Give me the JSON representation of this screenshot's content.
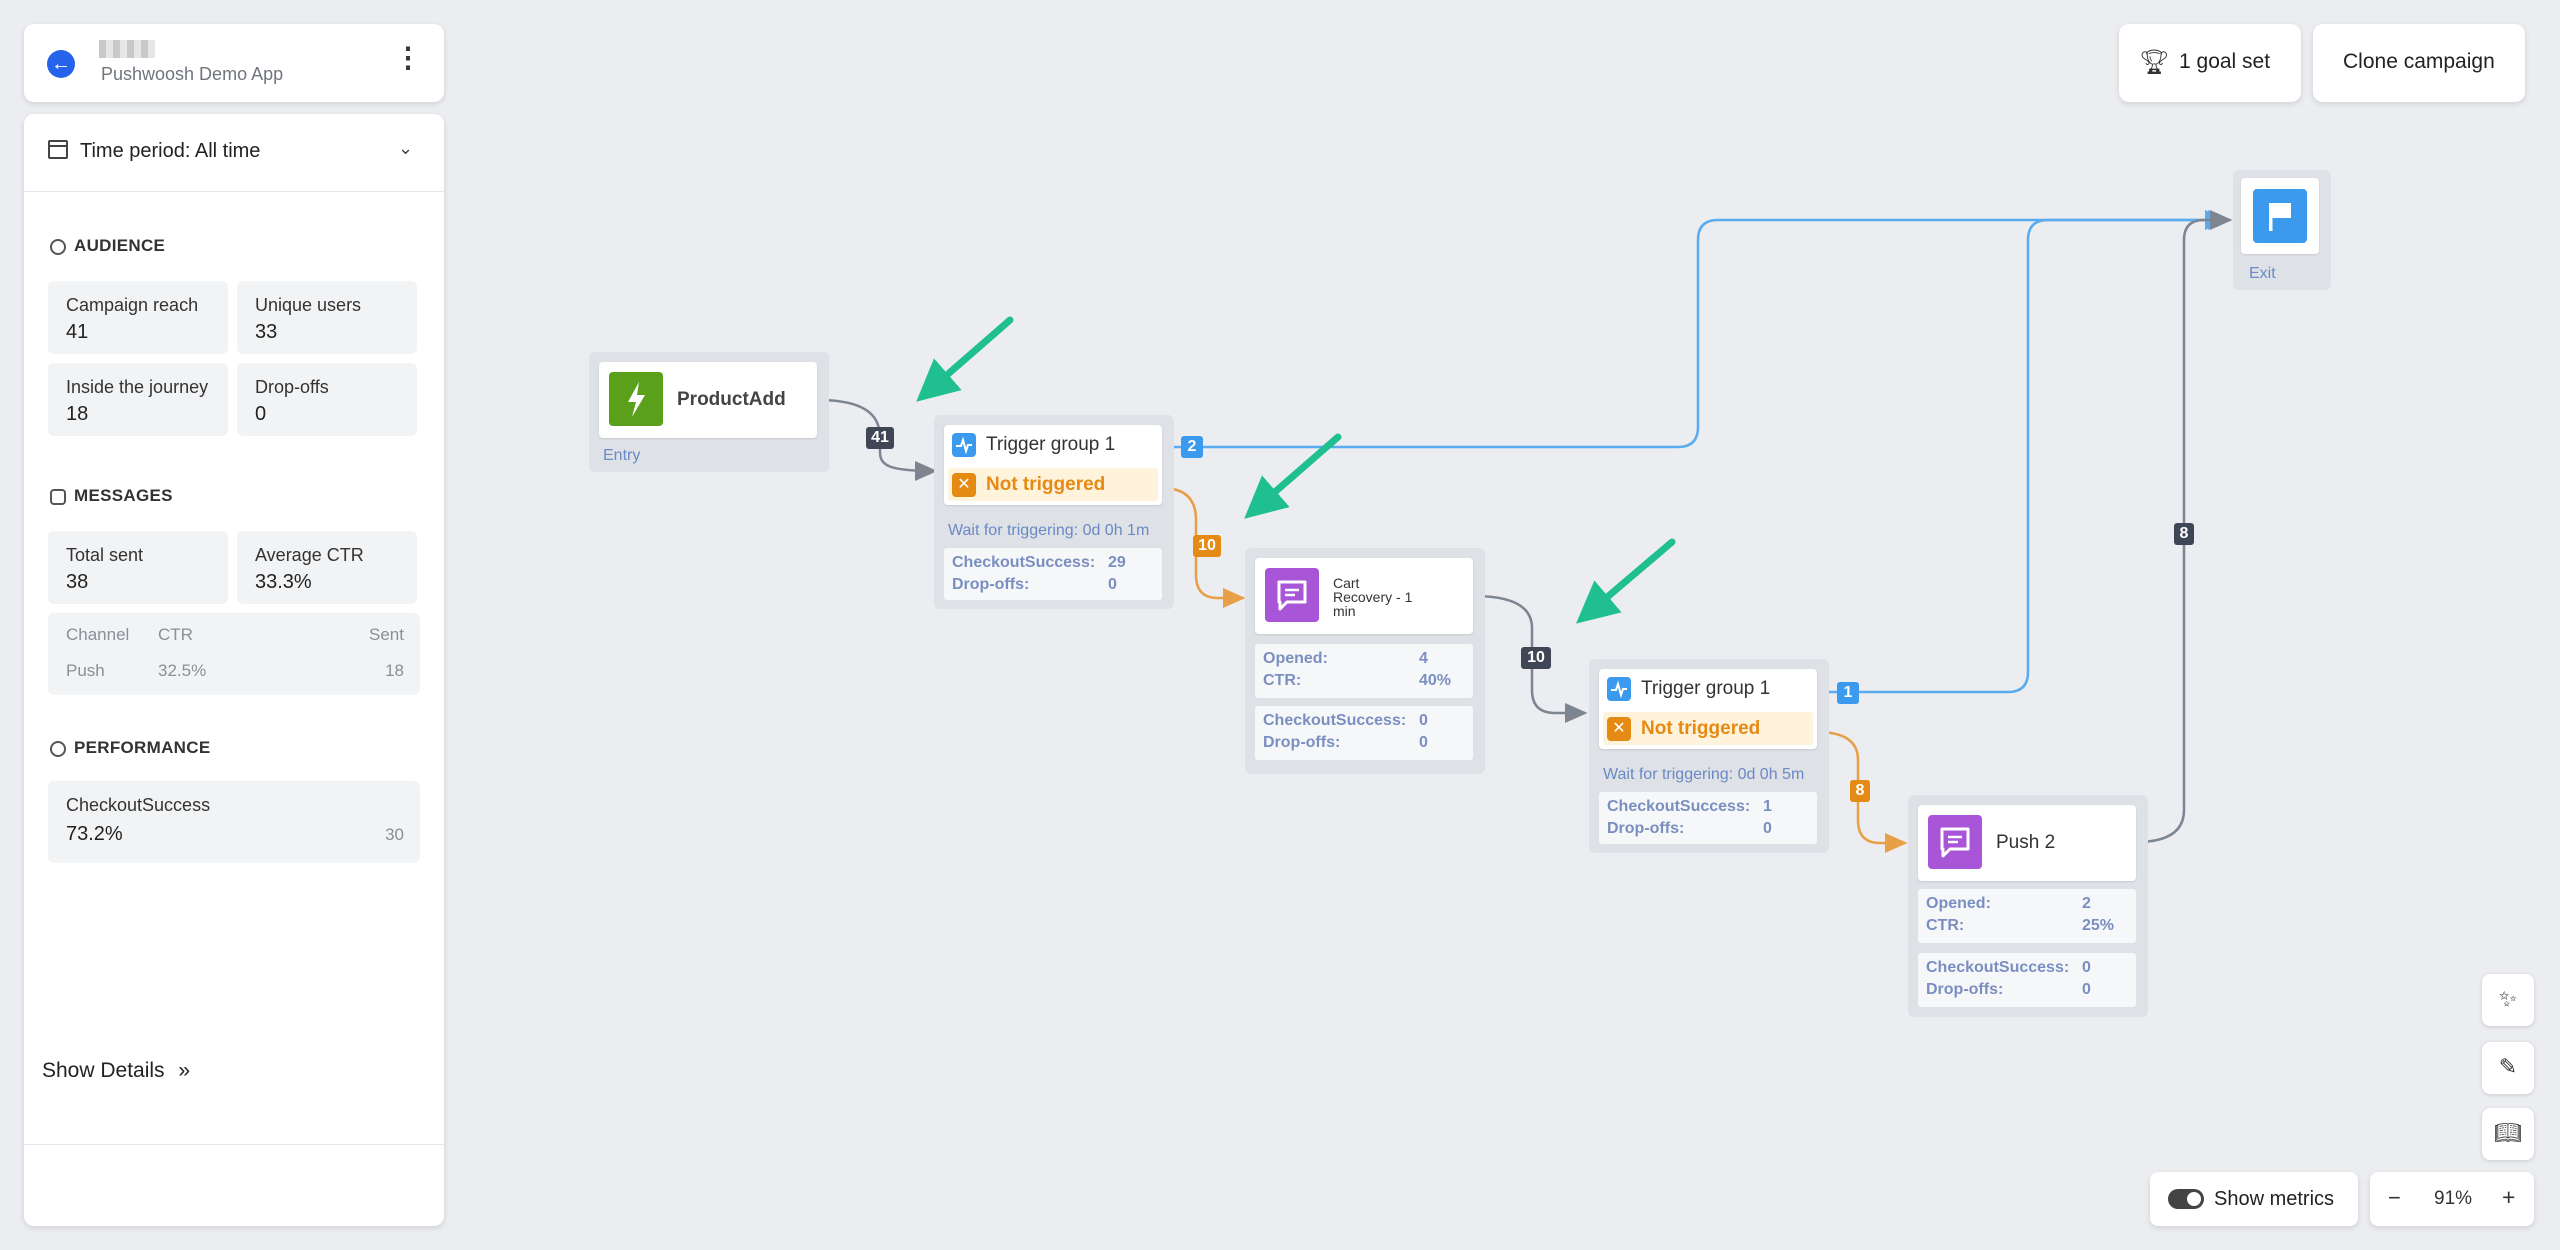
{
  "app": {
    "name": "Pushwoosh Demo App"
  },
  "time_period": {
    "label": "Time period: All time"
  },
  "audience": {
    "heading": "AUDIENCE",
    "campaign_reach_label": "Campaign reach",
    "campaign_reach": "41",
    "unique_users_label": "Unique users",
    "unique_users": "33",
    "inside_label": "Inside the journey",
    "inside": "18",
    "dropoffs_label": "Drop-offs",
    "dropoffs": "0"
  },
  "messages": {
    "heading": "MESSAGES",
    "total_sent_label": "Total sent",
    "total_sent": "38",
    "avg_ctr_label": "Average CTR",
    "avg_ctr": "33.3%",
    "table": {
      "col_channel": "Channel",
      "col_ctr": "CTR",
      "col_sent": "Sent",
      "row_channel": "Push",
      "row_ctr": "32.5%",
      "row_sent": "18"
    }
  },
  "performance": {
    "heading": "PERFORMANCE",
    "goal": "CheckoutSuccess",
    "rate": "73.2%",
    "count": "30"
  },
  "show_details": "Show Details",
  "toolbar": {
    "goal_label": "1 goal set",
    "clone_label": "Clone campaign"
  },
  "nodes": {
    "entry": {
      "title": "ProductAdd",
      "sub": "Entry"
    },
    "trigger1": {
      "title": "Trigger group 1",
      "not_triggered": "Not triggered",
      "wait": "Wait for triggering: 0d 0h 1m",
      "m1_label": "CheckoutSuccess:",
      "m1_value": "29",
      "m2_label": "Drop-offs:",
      "m2_value": "0"
    },
    "cart": {
      "title_1": "Cart",
      "title_2": "Recovery - 1",
      "title_3": "min",
      "opened_label": "Opened:",
      "opened": "4",
      "ctr_label": "CTR:",
      "ctr": "40%",
      "m1_label": "CheckoutSuccess:",
      "m1_value": "0",
      "m2_label": "Drop-offs:",
      "m2_value": "0"
    },
    "trigger2": {
      "title": "Trigger group 1",
      "not_triggered": "Not triggered",
      "wait": "Wait for triggering: 0d 0h 5m",
      "m1_label": "CheckoutSuccess:",
      "m1_value": "1",
      "m2_label": "Drop-offs:",
      "m2_value": "0"
    },
    "push2": {
      "title": "Push 2",
      "opened_label": "Opened:",
      "opened": "2",
      "ctr_label": "CTR:",
      "ctr": "25%",
      "m1_label": "CheckoutSuccess:",
      "m1_value": "0",
      "m2_label": "Drop-offs:",
      "m2_value": "0"
    },
    "exit": {
      "sub": "Exit"
    }
  },
  "edge_counts": {
    "e41": "41",
    "e2": "2",
    "e10a": "10",
    "e10b": "10",
    "e1": "1",
    "e8a": "8",
    "e8b": "8"
  },
  "bottom": {
    "show_metrics": "Show metrics",
    "zoom": "91%",
    "minus": "−",
    "plus": "+"
  },
  "colors": {
    "accent": "#2563eb",
    "blue_edge": "#5aabf0",
    "orange": "#e58a12",
    "green_arrow": "#1fbf8f",
    "purple": "#a855d7",
    "entry_green": "#5aa01a",
    "dark_badge": "#3f4756"
  }
}
